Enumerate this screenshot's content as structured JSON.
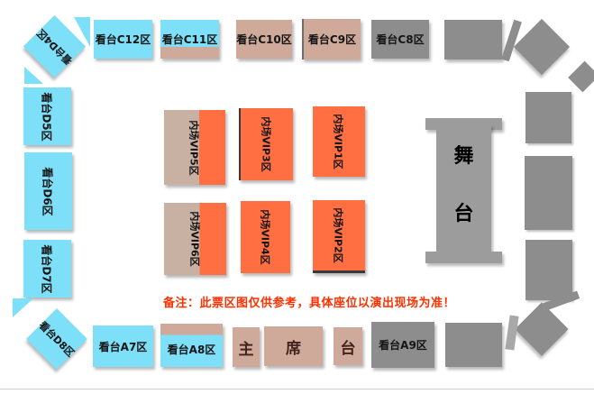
{
  "note": {
    "text": "备注：此票区图仅供参考，具体座位以演出现场为准！",
    "color": "#FF3000"
  },
  "colors": {
    "stand_cyan": "#7EDFF8",
    "stand_tan": "#CFA99A",
    "stand_gray": "#8D8D8D",
    "vip_orange": "#FF6F42",
    "vip_tan": "#C8B0A3",
    "stage_gray": "#9C9C9C",
    "note_red": "#FF3000",
    "label_black": "#151515"
  },
  "stage": {
    "label": "舞台",
    "chars": [
      "舞",
      "台"
    ]
  },
  "stands_top": [
    {
      "label": "看台C12区"
    },
    {
      "label": "看台C11区"
    },
    {
      "label": "看台C10区"
    },
    {
      "label": "看台C9区"
    },
    {
      "label": "看台C8区"
    }
  ],
  "stands_left": [
    {
      "label": "看台D5区"
    },
    {
      "label": "看台D6区"
    },
    {
      "label": "看台D7区"
    }
  ],
  "corners": {
    "top_left": {
      "label": "看台D4区"
    },
    "bottom_left": {
      "label": "看台D8区"
    }
  },
  "stands_bottom": [
    {
      "label": "看台A7区"
    },
    {
      "label": "看台A8区"
    },
    {
      "label": "看台A9区"
    }
  ],
  "rostrum": {
    "label": "主席台",
    "blocks": [
      {
        "char": "主"
      },
      {
        "char": "席"
      },
      {
        "char": "台"
      }
    ]
  },
  "vip_front_row": [
    {
      "label": "内场VIP5区"
    },
    {
      "label": "内场VIP3区"
    },
    {
      "label": "内场VIP1区"
    }
  ],
  "vip_back_row": [
    {
      "label": "内场VIP6区"
    },
    {
      "label": "内场VIP4区"
    },
    {
      "label": "内场VIP2区"
    }
  ]
}
